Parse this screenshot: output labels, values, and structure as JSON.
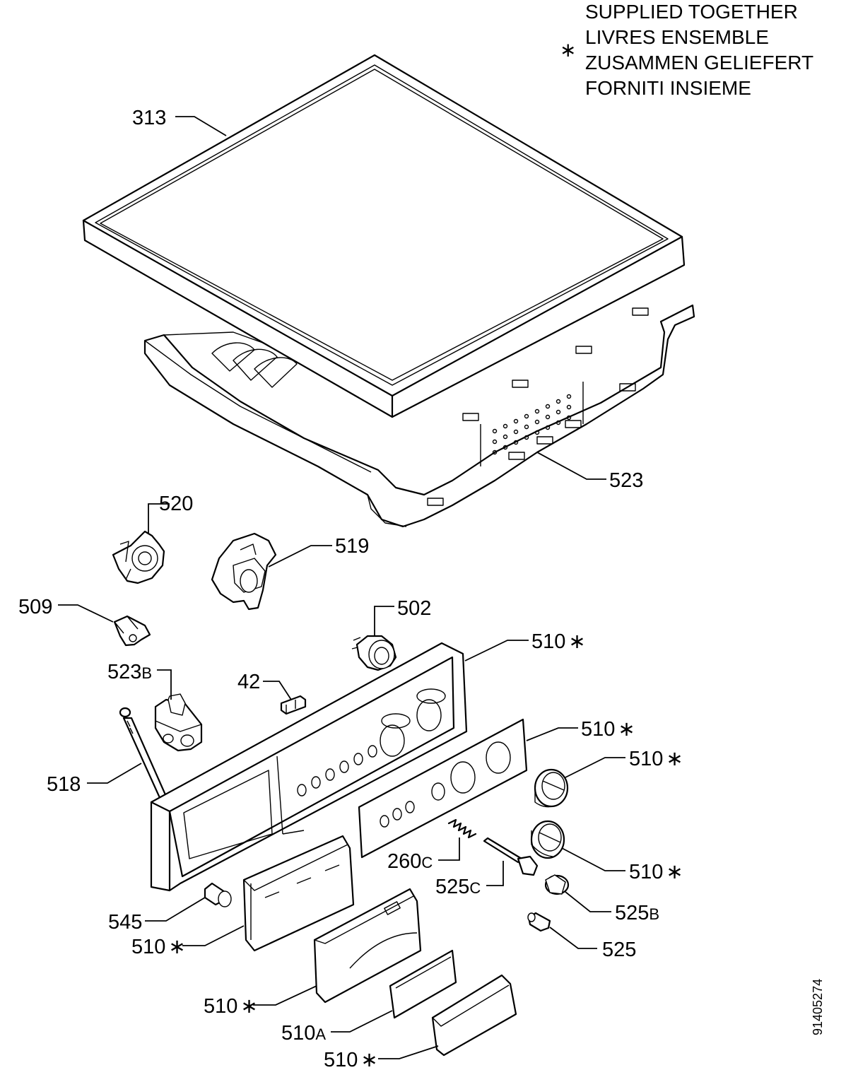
{
  "legend": {
    "marker": "∗",
    "lines": [
      "SUPPLIED TOGETHER",
      "LIVRES ENSEMBLE",
      "ZUSAMMEN GELIEFERT",
      "FORNITI INSIEME"
    ]
  },
  "document_id": "91405274",
  "labels": {
    "p313": "313",
    "p523": "523",
    "p520": "520",
    "p519": "519",
    "p509": "509",
    "p502": "502",
    "p510_a": "510",
    "p523b": "523",
    "p523b_suffix": "B",
    "p42": "42",
    "p510_b": "510",
    "p510_c": "510",
    "p518": "518",
    "p260c": "260",
    "p260c_suffix": "C",
    "p510_d": "510",
    "p525c": "525",
    "p525c_suffix": "C",
    "p545": "545",
    "p525b": "525",
    "p525b_suffix": "B",
    "p510_e": "510",
    "p525": "525",
    "p510_f": "510",
    "p510a": "510",
    "p510a_suffix": "A",
    "p510_g": "510",
    "star": "∗"
  }
}
